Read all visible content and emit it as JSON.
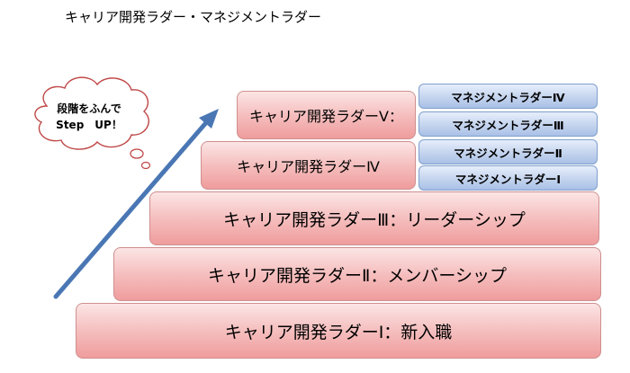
{
  "title": "キャリア開発ラダー・マネジメントラダー",
  "cloud": {
    "line1": "段階をふんで",
    "line2": "Step　UP！"
  },
  "career_ladders": [
    {
      "label": "キャリア開発ラダーⅠ：新入職"
    },
    {
      "label": "キャリア開発ラダーⅡ：メンバーシップ"
    },
    {
      "label": "キャリア開発ラダーⅢ：リーダーシップ"
    },
    {
      "label": "キャリア開発ラダーⅣ"
    },
    {
      "label": "キャリア開発ラダーⅤ："
    }
  ],
  "management_ladders": [
    {
      "label": "マネジメントラダーⅣ"
    },
    {
      "label": "マネジメントラダーⅢ"
    },
    {
      "label": "マネジメントラダーⅡ"
    },
    {
      "label": "マネジメントラダーⅠ"
    }
  ],
  "colors": {
    "career_fill": "#f4b7b7",
    "management_fill": "#c4d4ee",
    "arrow": "#4a77b4"
  }
}
